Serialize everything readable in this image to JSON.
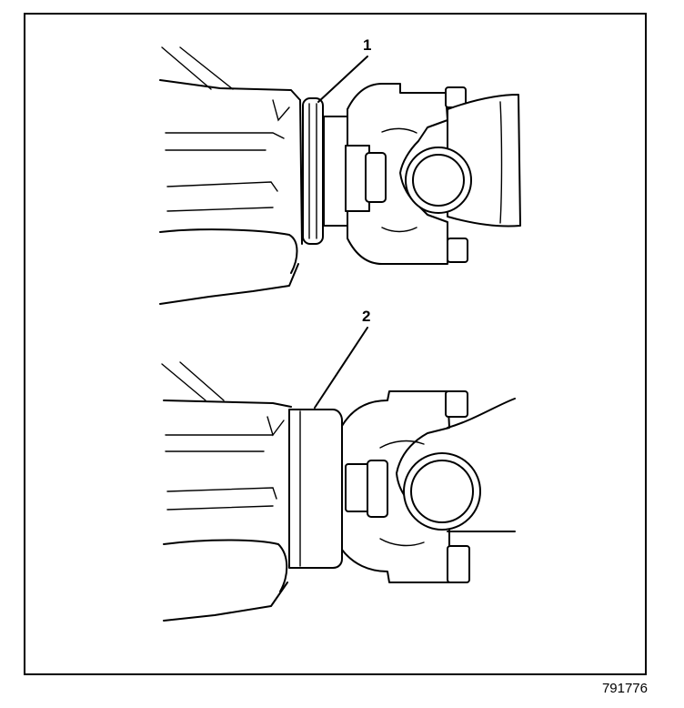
{
  "figure": {
    "callouts": [
      {
        "label": "1"
      },
      {
        "label": "2"
      }
    ],
    "figure_id": "791776"
  }
}
